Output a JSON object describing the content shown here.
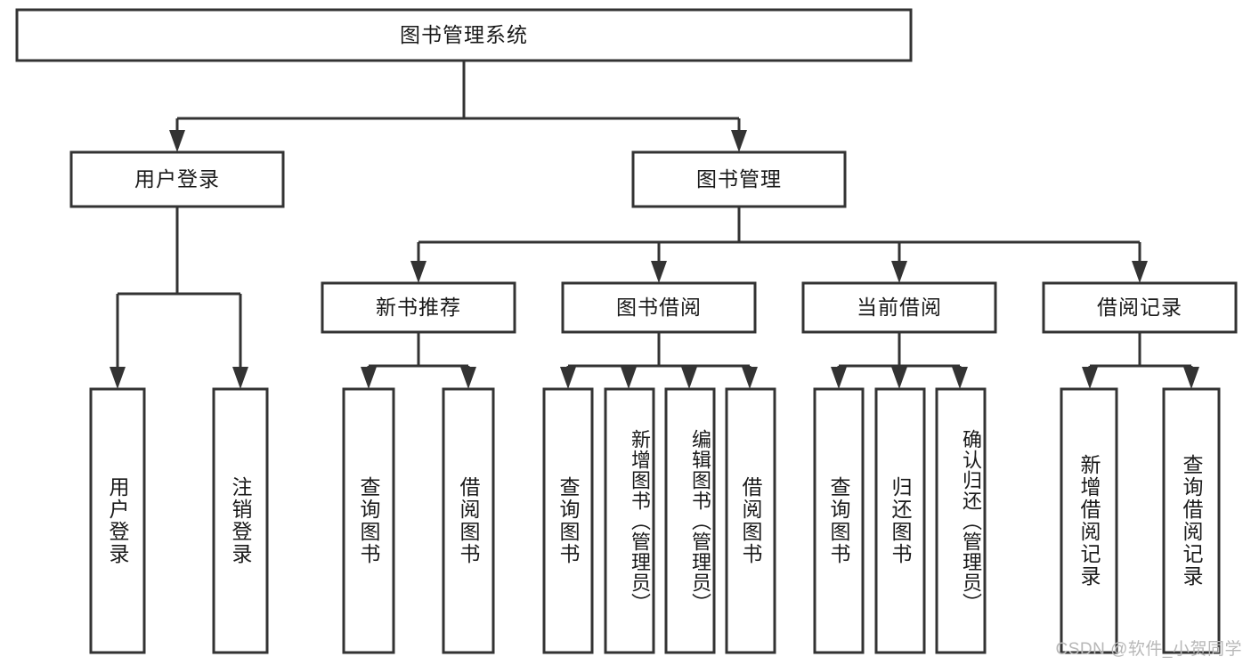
{
  "diagram": {
    "type": "tree-hierarchy",
    "title": "图书管理系统",
    "watermark": "CSDN @软件_小贺同学",
    "colors": {
      "stroke": "#333333",
      "fill": "#ffffff",
      "text": "#1a1a1a",
      "watermark": "#b8b8b8"
    },
    "levels": {
      "root": {
        "label": "图书管理系统"
      },
      "level2": [
        {
          "label": "用户登录"
        },
        {
          "label": "图书管理"
        }
      ],
      "level3": [
        {
          "label": "新书推荐"
        },
        {
          "label": "图书借阅"
        },
        {
          "label": "当前借阅"
        },
        {
          "label": "借阅记录"
        }
      ],
      "leaves": [
        {
          "label": "用户登录",
          "parent": "用户登录"
        },
        {
          "label": "注销登录",
          "parent": "用户登录"
        },
        {
          "label": "查询图书",
          "parent": "新书推荐"
        },
        {
          "label": "借阅图书",
          "parent": "新书推荐"
        },
        {
          "label": "查询图书",
          "parent": "图书借阅"
        },
        {
          "label": "新增图书（管理员）",
          "parent": "图书借阅"
        },
        {
          "label": "编辑图书（管理员）",
          "parent": "图书借阅"
        },
        {
          "label": "借阅图书",
          "parent": "图书借阅"
        },
        {
          "label": "查询图书",
          "parent": "当前借阅"
        },
        {
          "label": "归还图书",
          "parent": "当前借阅"
        },
        {
          "label": "确认归还（管理员）",
          "parent": "当前借阅"
        },
        {
          "label": "新增借阅记录",
          "parent": "借阅记录"
        },
        {
          "label": "查询借阅记录",
          "parent": "借阅记录"
        }
      ]
    }
  }
}
